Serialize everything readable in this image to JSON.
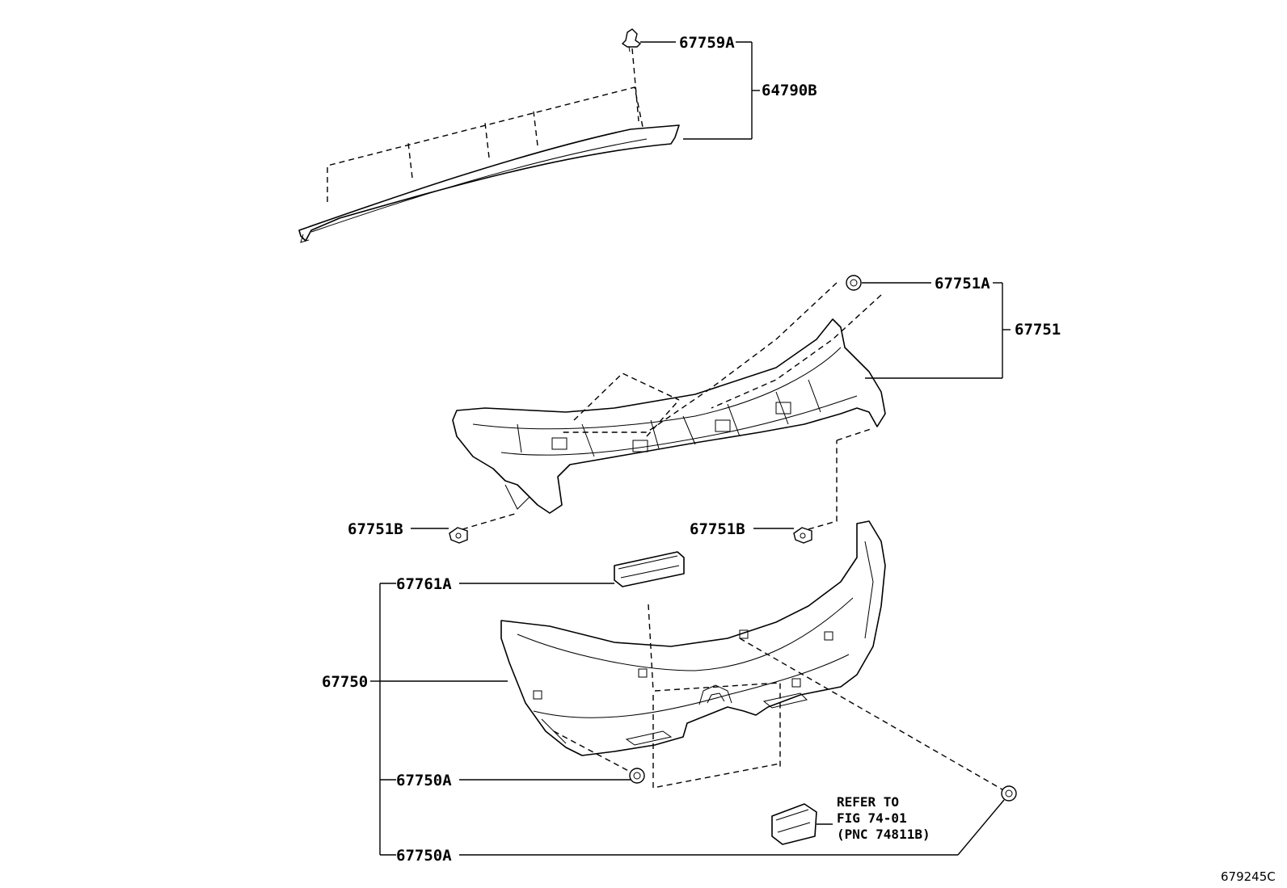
{
  "labels": {
    "p67759A": "67759A",
    "p64790B": "64790B",
    "p67751A": "67751A",
    "p67751": "67751",
    "p67751B_left": "67751B",
    "p67751B_right": "67751B",
    "p67761A": "67761A",
    "p67750": "67750",
    "p67750A_upper": "67750A",
    "p67750A_lower": "67750A"
  },
  "note": {
    "line1": "REFER TO",
    "line2": "FIG 74-01",
    "line3": "(PNC 74811B)"
  },
  "figure_id": "679245C"
}
